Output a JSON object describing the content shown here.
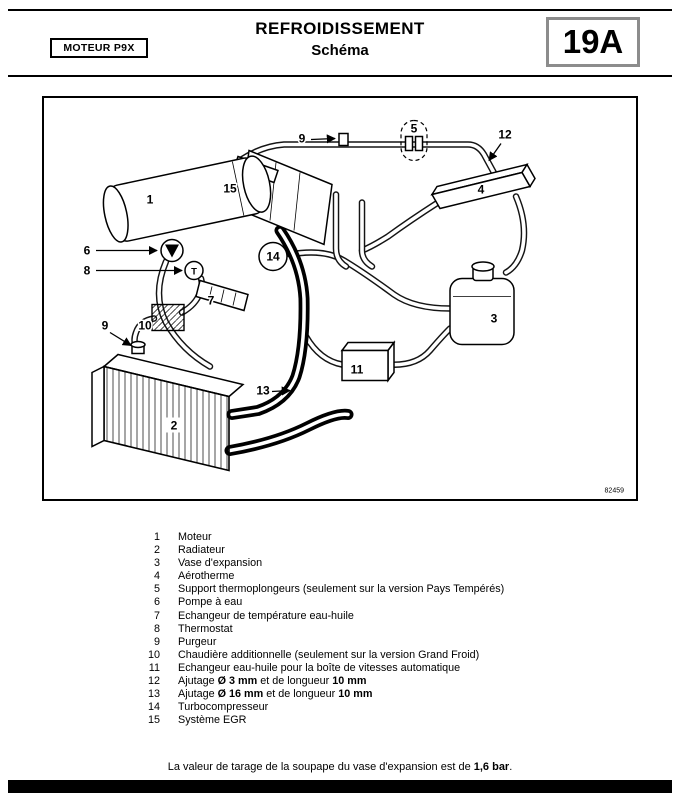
{
  "header": {
    "engine_label": "MOTEUR P9X",
    "title": "REFROIDISSEMENT",
    "subtitle": "Schéma",
    "section": "19A"
  },
  "diagram": {
    "ref_code": "82459",
    "thermostat_letter": "T",
    "callouts": {
      "n1": "1",
      "n2": "2",
      "n3": "3",
      "n4": "4",
      "n5": "5",
      "n6": "6",
      "n7": "7",
      "n8": "8",
      "n9a": "9",
      "n9b": "9",
      "n10": "10",
      "n11": "11",
      "n12": "12",
      "n13": "13",
      "n14": "14",
      "n15": "15"
    }
  },
  "legend": {
    "items": [
      {
        "num": "1",
        "parts": [
          {
            "t": "Moteur"
          }
        ]
      },
      {
        "num": "2",
        "parts": [
          {
            "t": "Radiateur"
          }
        ]
      },
      {
        "num": "3",
        "parts": [
          {
            "t": "Vase d'expansion"
          }
        ]
      },
      {
        "num": "4",
        "parts": [
          {
            "t": "Aérotherme"
          }
        ]
      },
      {
        "num": "5",
        "parts": [
          {
            "t": "Support thermoplongeurs (seulement sur la version Pays Tempérés)"
          }
        ]
      },
      {
        "num": "6",
        "parts": [
          {
            "t": "Pompe à eau"
          }
        ]
      },
      {
        "num": "7",
        "parts": [
          {
            "t": "Echangeur de température eau-huile"
          }
        ]
      },
      {
        "num": "8",
        "parts": [
          {
            "t": "Thermostat"
          }
        ]
      },
      {
        "num": "9",
        "parts": [
          {
            "t": "Purgeur"
          }
        ]
      },
      {
        "num": "10",
        "parts": [
          {
            "t": "Chaudière additionnelle (seulement sur la version Grand Froid)"
          }
        ]
      },
      {
        "num": "11",
        "parts": [
          {
            "t": "Echangeur eau-huile pour la boîte de vitesses automatique"
          }
        ]
      },
      {
        "num": "12",
        "parts": [
          {
            "t": "Ajutage "
          },
          {
            "t": "Ø 3 mm",
            "b": true
          },
          {
            "t": " et de longueur "
          },
          {
            "t": "10 mm",
            "b": true
          }
        ]
      },
      {
        "num": "13",
        "parts": [
          {
            "t": "Ajutage "
          },
          {
            "t": "Ø 16 mm",
            "b": true
          },
          {
            "t": " et de longueur "
          },
          {
            "t": "10 mm",
            "b": true
          }
        ]
      },
      {
        "num": "14",
        "parts": [
          {
            "t": "Turbocompresseur"
          }
        ]
      },
      {
        "num": "15",
        "parts": [
          {
            "t": "Système EGR"
          }
        ]
      }
    ]
  },
  "note": {
    "prefix": "La valeur de tarage de la soupape du vase d'expansion est de ",
    "bold": "1,6 bar",
    "suffix": "."
  }
}
